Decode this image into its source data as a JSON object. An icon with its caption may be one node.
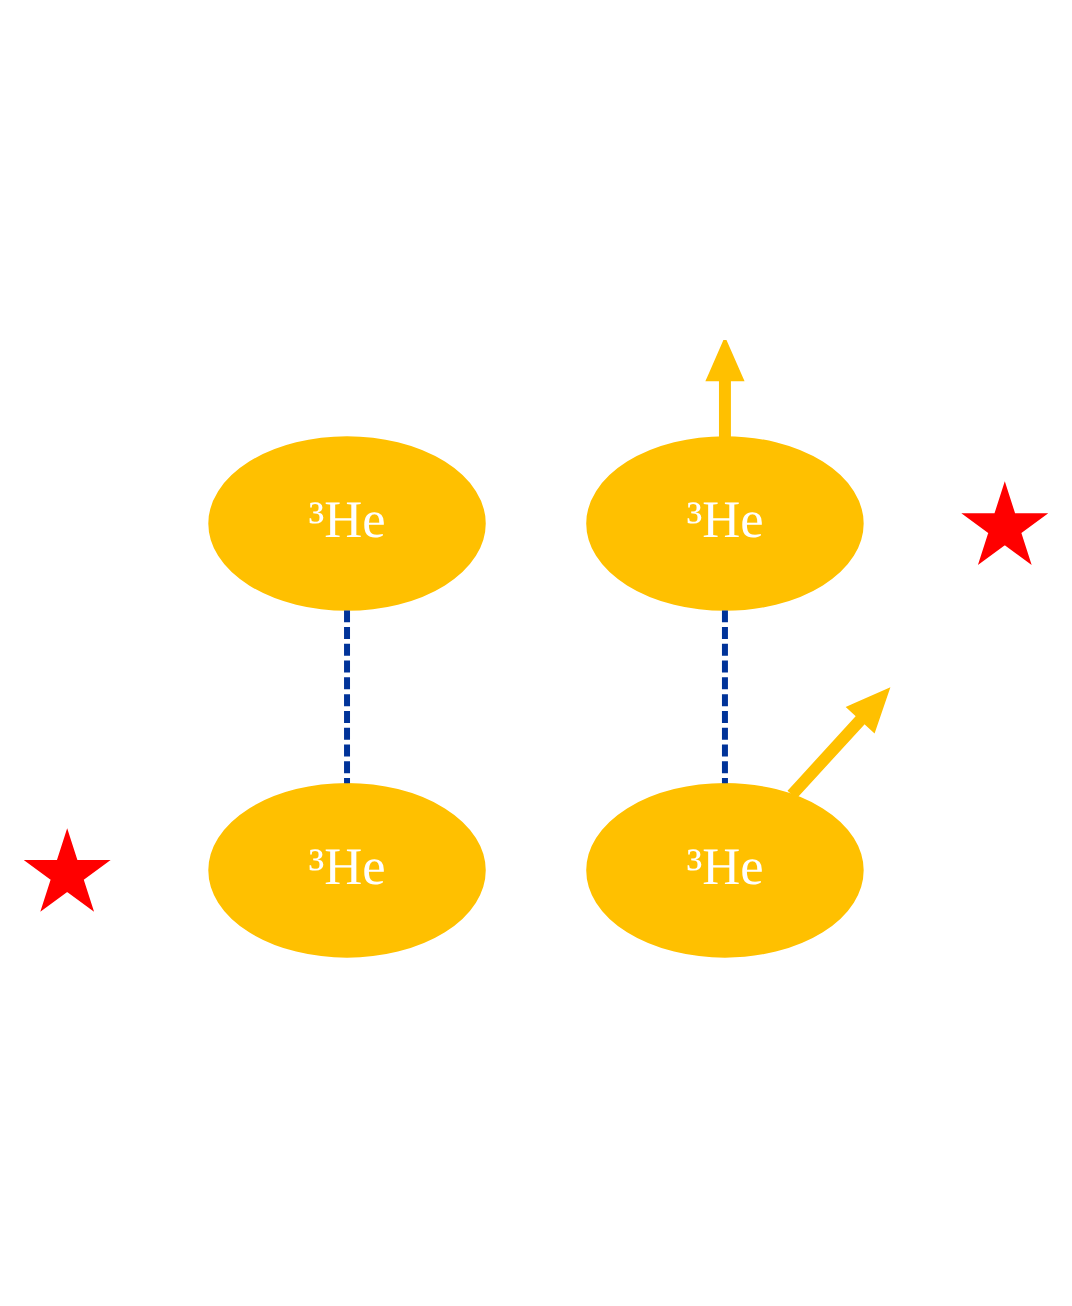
{
  "diagram": {
    "nodes": [
      {
        "text": [
          "³He"
        ]
      },
      {
        "text": [
          "³He"
        ]
      },
      {
        "text": [],
        "shape": "star"
      },
      {
        "text": [],
        "shape": "star"
      },
      {
        "text": [
          "³He"
        ]
      },
      {
        "text": [
          "³He"
        ]
      }
    ],
    "edges": [
      {
        "from": 0,
        "to": 4,
        "arrow": "none",
        "style": "dashed",
        "color": "#003399"
      },
      {
        "from": 1,
        "to": 5,
        "arrow": "none",
        "style": "dashed",
        "color": "#003399"
      },
      {
        "from": 1,
        "to": null,
        "arrow": "to",
        "style": "thick",
        "color": "#ffc000"
      },
      {
        "from": 5,
        "to": null,
        "arrow": "to",
        "style": "thick",
        "color": "#ffc000"
      }
    ]
  }
}
